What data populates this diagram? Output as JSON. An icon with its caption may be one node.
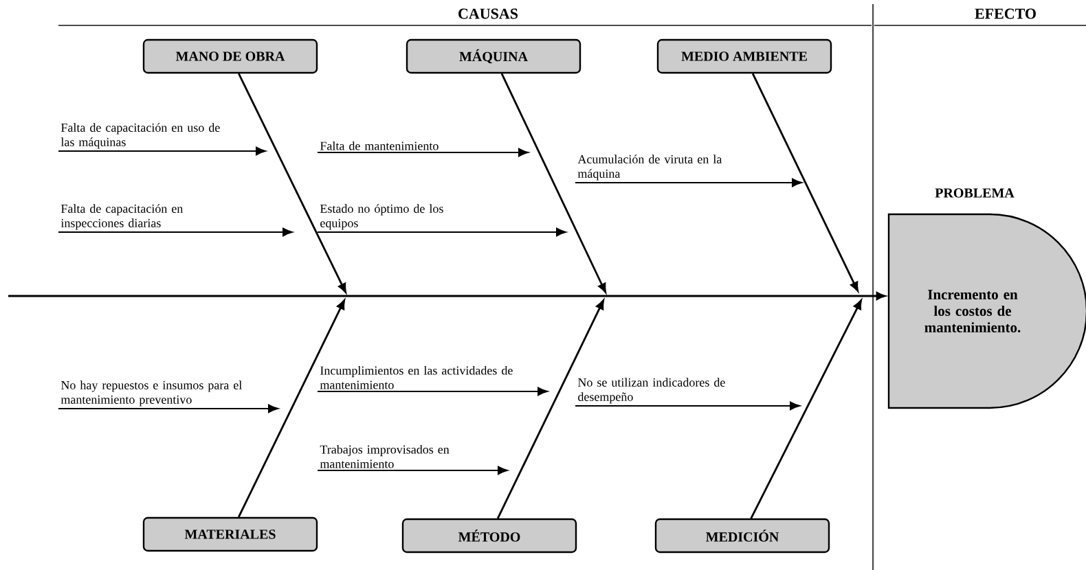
{
  "diagram": {
    "nodes": [
      {
        "text": [
          "MANO DE OBRA"
        ]
      },
      {
        "text": [
          "MÁQUINA"
        ]
      },
      {
        "text": [
          "MEDIO AMBIENTE"
        ]
      },
      {
        "text": [
          "PROBLEMA",
          "Incremento en los costos de mantenimiento."
        ]
      },
      {
        "text": [
          "MATERIALES"
        ]
      },
      {
        "text": [
          "MÉTODO"
        ]
      },
      {
        "text": [
          "MEDICIÓN"
        ]
      },
      {
        "text": [
          "Falta de capacitación en uso de las máquinas"
        ]
      },
      {
        "text": [
          "Falta de capacitación en inspecciones diarias"
        ]
      },
      {
        "text": [
          "Falta de mantenimiento"
        ]
      },
      {
        "text": [
          "Estado no óptimo de los equipos"
        ]
      },
      {
        "text": [
          "Acumulación de viruta en la máquina"
        ]
      },
      {
        "text": [
          "No hay repuestos e insumos para el mantenimiento preventivo"
        ]
      },
      {
        "text": [
          "Incumplimientos en las actividades de mantenimiento"
        ]
      },
      {
        "text": [
          "Trabajos improvisados en mantenimiento"
        ]
      },
      {
        "text": [
          "No se utilizan indicadores de desempeño"
        ]
      }
    ],
    "edges": [
      {
        "from": null,
        "to": 3,
        "arrow": "to"
      },
      {
        "from": 0,
        "to": null,
        "arrow": "to"
      },
      {
        "from": 1,
        "to": null,
        "arrow": "to"
      },
      {
        "from": 2,
        "to": null,
        "arrow": "to"
      },
      {
        "from": 4,
        "to": null,
        "arrow": "to"
      },
      {
        "from": 5,
        "to": null,
        "arrow": "to"
      },
      {
        "from": 6,
        "to": null,
        "arrow": "to"
      },
      {
        "from": 7,
        "to": null,
        "arrow": "to"
      },
      {
        "from": 8,
        "to": null,
        "arrow": "to"
      },
      {
        "from": 9,
        "to": null,
        "arrow": "to"
      },
      {
        "from": 10,
        "to": null,
        "arrow": "to"
      },
      {
        "from": 11,
        "to": null,
        "arrow": "to"
      },
      {
        "from": 12,
        "to": null,
        "arrow": "to"
      },
      {
        "from": 13,
        "to": null,
        "arrow": "to"
      },
      {
        "from": 14,
        "to": null,
        "arrow": "to"
      },
      {
        "from": 15,
        "to": null,
        "arrow": "to"
      }
    ],
    "labels": [
      "CAUSAS",
      "EFECTO"
    ]
  }
}
